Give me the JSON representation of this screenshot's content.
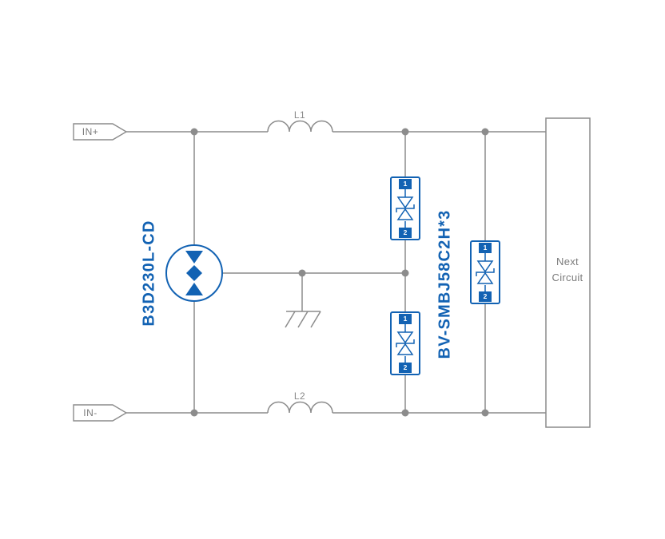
{
  "diagram": {
    "type": "circuit-schematic",
    "colors": {
      "wire_gray": "#8c8c8c",
      "component_blue": "#1262b3",
      "text_gray": "#7b7b7b",
      "pin_text_white": "#ffffff",
      "background": "#ffffff"
    },
    "terminals": {
      "in_plus": "IN+",
      "in_minus": "IN-"
    },
    "inductors": {
      "l1": "L1",
      "l2": "L2"
    },
    "protection": {
      "gdt_label": "B3D230L-CD",
      "tvs_label": "BV-SMBJ58C2H*3",
      "pin_top": "1",
      "pin_bottom": "2"
    },
    "next_circuit_label": "Next Circuit"
  }
}
